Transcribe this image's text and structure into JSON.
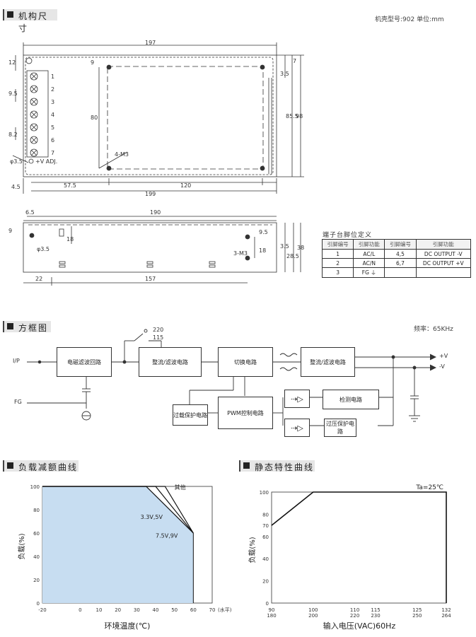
{
  "sections": {
    "mech": "机构尺寸",
    "block": "方框图",
    "derating": "负载减额曲线",
    "static": "静态特性曲线"
  },
  "mech_note": "机壳型号:902   单位:mm",
  "freq_note": "频率：65KHz",
  "dims": {
    "w197": "197",
    "w12": "12",
    "w9": "9",
    "w7": "7",
    "w3_5": "3.5",
    "w9_5": "9.5",
    "w8_2": "8.2",
    "w80": "80",
    "w85_5": "85.5",
    "w98": "98",
    "w4_5": "4.5",
    "w57_5": "57.5",
    "w120": "120",
    "w199": "199",
    "phi35": "φ3.5",
    "m3": "4-M3",
    "vadj": "+V ADJ.",
    "b6_5": "6.5",
    "b190": "190",
    "b9": "9",
    "b18": "18",
    "b9_5": "9.5",
    "b18b": "18",
    "b3_5": "3.5",
    "b28_5": "28.5",
    "b38": "38",
    "b22": "22",
    "b157": "157",
    "bphi": "φ3.5",
    "bm3": "3-M3"
  },
  "terminals": [
    "1",
    "2",
    "3",
    "4",
    "5",
    "6",
    "7"
  ],
  "pin_table": {
    "title": "端子台脚位定义",
    "headers": [
      "引脚编号",
      "引脚功能",
      "引脚编号",
      "引脚功能"
    ],
    "rows": [
      [
        "1",
        "AC/L",
        "4,5",
        "DC OUTPUT -V"
      ],
      [
        "2",
        "AC/N",
        "6,7",
        "DC OUTPUT +V"
      ],
      [
        "3",
        "FG ⏚",
        "",
        ""
      ]
    ]
  },
  "block": {
    "ip": "I/P",
    "fg": "FG",
    "v220": "220",
    "v115": "115",
    "emi": "电磁滤波回路",
    "rect1": "整流/滤波电路",
    "switch": "切换电路",
    "rect2": "整流/滤波电路",
    "pwm": "PWM控制电路",
    "olp": "过载保护电路",
    "det": "检测电路",
    "ovp": "过压保护电路",
    "pv": "+V",
    "nv": "-V"
  },
  "chart_data": [
    {
      "type": "area",
      "title": "负载减额曲线",
      "xlabel": "环境温度(℃)",
      "ylabel": "负载(%)",
      "x_unit": "(水平)",
      "x_ticks": [
        -20,
        0,
        10,
        20,
        30,
        40,
        50,
        60,
        70
      ],
      "y_ticks": [
        0,
        20,
        40,
        60,
        80,
        100
      ],
      "xlim": [
        -20,
        70
      ],
      "ylim": [
        0,
        100
      ],
      "series": [
        {
          "name": "其他",
          "points": [
            [
              -20,
              100
            ],
            [
              45,
              100
            ],
            [
              60,
              60
            ]
          ]
        },
        {
          "name": "3.3V,5V",
          "points": [
            [
              -20,
              100
            ],
            [
              40,
              100
            ],
            [
              60,
              60
            ]
          ]
        },
        {
          "name": "7.5V,9V",
          "points": [
            [
              -20,
              100
            ],
            [
              35,
              100
            ],
            [
              60,
              60
            ]
          ]
        }
      ],
      "fill_color": "#c7ddf1"
    },
    {
      "type": "line",
      "title": "静态特性曲线",
      "xlabel": "输入电压(VAC)60Hz",
      "ylabel": "负载(%)",
      "annotation": "Ta=25℃",
      "x_ticks": [
        [
          "90",
          "180"
        ],
        [
          "100",
          "200"
        ],
        [
          "110",
          "220"
        ],
        [
          "115",
          "230"
        ],
        [
          "125",
          "250"
        ],
        [
          "132",
          "264"
        ]
      ],
      "y_ticks": [
        0,
        20,
        40,
        60,
        70,
        80,
        100
      ],
      "ylim": [
        0,
        100
      ],
      "series": [
        {
          "points": [
            [
              90,
              70
            ],
            [
              100,
              100
            ],
            [
              132,
              100
            ],
            [
              132,
              0
            ]
          ]
        }
      ]
    }
  ]
}
